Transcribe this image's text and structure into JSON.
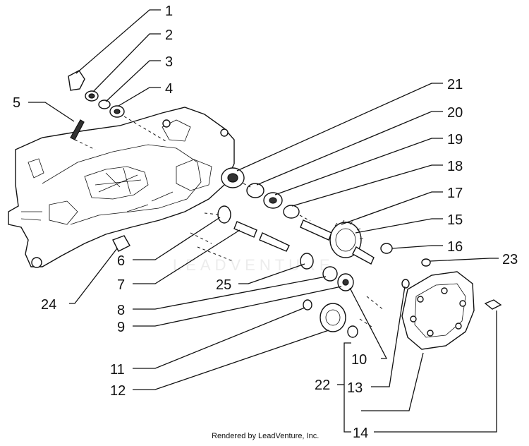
{
  "labels": {
    "l1": "1",
    "l2": "2",
    "l3": "3",
    "l4": "4",
    "l5": "5",
    "l6": "6",
    "l7": "7",
    "l8": "8",
    "l9": "9",
    "l10": "10",
    "l11": "11",
    "l12": "12",
    "l13": "13",
    "l14": "14",
    "l15": "15",
    "l16": "16",
    "l17": "17",
    "l18": "18",
    "l19": "19",
    "l20": "20",
    "l21": "21",
    "l22": "22",
    "l23": "23",
    "l24": "24",
    "l25": "25"
  },
  "watermark": "LEADVENTURE",
  "footer": "Rendered by LeadVenture, Inc."
}
